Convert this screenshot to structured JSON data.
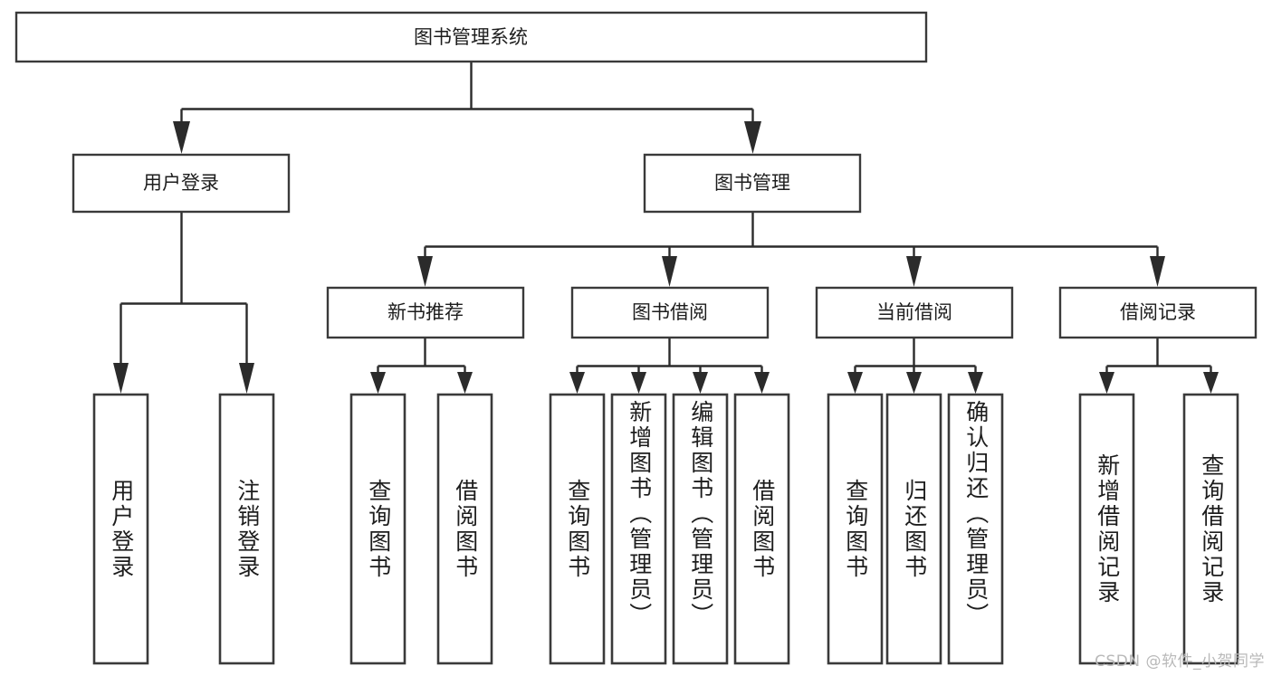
{
  "diagram": {
    "title": "图书管理系统",
    "type": "tree",
    "watermark": "CSDN @软件_小贺同学",
    "colors": {
      "box_stroke": "#3a3a3a",
      "connector": "#2b2b2b",
      "background": "#ffffff",
      "text": "#1d1d1d",
      "watermark": "#b9b9b9"
    },
    "root": {
      "label": "图书管理系统",
      "children": [
        {
          "label": "用户登录",
          "children": [
            {
              "label": "用户登录"
            },
            {
              "label": "注销登录"
            }
          ]
        },
        {
          "label": "图书管理",
          "children": [
            {
              "label": "新书推荐",
              "children": [
                {
                  "label": "查询图书"
                },
                {
                  "label": "借阅图书"
                }
              ]
            },
            {
              "label": "图书借阅",
              "children": [
                {
                  "label": "查询图书"
                },
                {
                  "label": "新增图书（管理员）"
                },
                {
                  "label": "编辑图书（管理员）"
                },
                {
                  "label": "借阅图书"
                }
              ]
            },
            {
              "label": "当前借阅",
              "children": [
                {
                  "label": "查询图书"
                },
                {
                  "label": "归还图书"
                },
                {
                  "label": "确认归还（管理员）"
                }
              ]
            },
            {
              "label": "借阅记录",
              "children": [
                {
                  "label": "新增借阅记录"
                },
                {
                  "label": "查询借阅记录"
                }
              ]
            }
          ]
        }
      ]
    },
    "nodes": {
      "root": {
        "label": "图书管理系统"
      },
      "l1_user_login": {
        "label": "用户登录"
      },
      "l1_book_manage": {
        "label": "图书管理"
      },
      "l2_new_book": {
        "label": "新书推荐"
      },
      "l2_borrow": {
        "label": "图书借阅"
      },
      "l2_current": {
        "label": "当前借阅"
      },
      "l2_record": {
        "label": "借阅记录"
      },
      "leaf_user_login": {
        "label": "用户登录"
      },
      "leaf_logout": {
        "label": "注销登录"
      },
      "leaf_nb_query": {
        "label": "查询图书"
      },
      "leaf_nb_borrow": {
        "label": "借阅图书"
      },
      "leaf_bb_query": {
        "label": "查询图书"
      },
      "leaf_bb_add": {
        "label": "新增图书（管理员）"
      },
      "leaf_bb_edit": {
        "label": "编辑图书（管理员）"
      },
      "leaf_bb_borrow": {
        "label": "借阅图书"
      },
      "leaf_cb_query": {
        "label": "查询图书"
      },
      "leaf_cb_return": {
        "label": "归还图书"
      },
      "leaf_cb_confirm": {
        "label": "确认归还（管理员）"
      },
      "leaf_br_add": {
        "label": "新增借阅记录"
      },
      "leaf_br_query": {
        "label": "查询借阅记录"
      }
    }
  }
}
